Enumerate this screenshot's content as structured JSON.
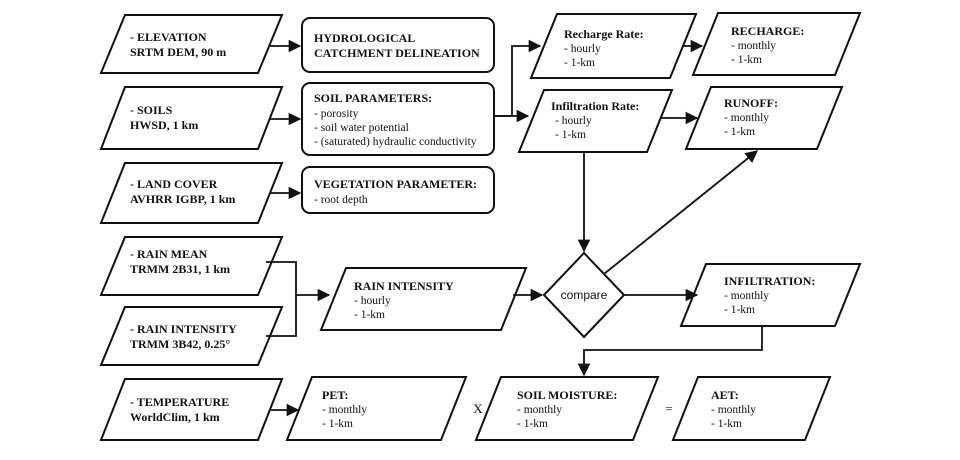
{
  "inputs": {
    "elevation": {
      "line1": "- ELEVATION",
      "line2": "SRTM DEM, 90 m"
    },
    "soils": {
      "line1": "- SOILS",
      "line2": "HWSD, 1 km"
    },
    "land_cover": {
      "line1": "- LAND COVER",
      "line2": "AVHRR IGBP, 1 km"
    },
    "rain_mean": {
      "line1": "- RAIN MEAN",
      "line2": "TRMM 2B31, 1 km"
    },
    "rain_intensity": {
      "line1": "- RAIN INTENSITY",
      "line2": "TRMM 3B42, 0.25°"
    },
    "temperature": {
      "line1": "- TEMPERATURE",
      "line2": "WorldClim, 1 km"
    }
  },
  "processes": {
    "catchment": {
      "line1": "HYDROLOGICAL",
      "line2": "CATCHMENT DELINEATION"
    },
    "soil_params": {
      "title": "SOIL PARAMETERS:",
      "items": [
        "- porosity",
        "- soil water potential",
        "- (saturated) hydraulic conductivity"
      ]
    },
    "veg_params": {
      "title": "VEGETATION PARAMETER:",
      "items": [
        "- root depth"
      ]
    }
  },
  "intermediates": {
    "recharge_rate": {
      "title": "Recharge Rate:",
      "items": [
        "- hourly",
        "- 1-km"
      ]
    },
    "infiltration_rate": {
      "title": "Infiltration Rate:",
      "items": [
        "- hourly",
        "- 1-km"
      ]
    },
    "rain_intensity": {
      "title": "RAIN INTENSITY",
      "items": [
        "- hourly",
        "- 1-km"
      ]
    },
    "pet": {
      "title": "PET:",
      "items": [
        "- monthly",
        "- 1-km"
      ]
    },
    "soil_moisture": {
      "title": "SOIL MOISTURE:",
      "items": [
        "- monthly",
        "- 1-km"
      ]
    }
  },
  "outputs": {
    "recharge": {
      "title": "RECHARGE:",
      "items": [
        "- monthly",
        "- 1-km"
      ]
    },
    "runoff": {
      "title": "RUNOFF:",
      "items": [
        "- monthly",
        "- 1-km"
      ]
    },
    "infiltration": {
      "title": "INFILTRATION:",
      "items": [
        "- monthly",
        "- 1-km"
      ]
    },
    "aet": {
      "title": "AET:",
      "items": [
        "- monthly",
        "- 1-km"
      ]
    }
  },
  "decision": {
    "label": "compare"
  },
  "operators": {
    "multiply": "X",
    "equals": "="
  }
}
